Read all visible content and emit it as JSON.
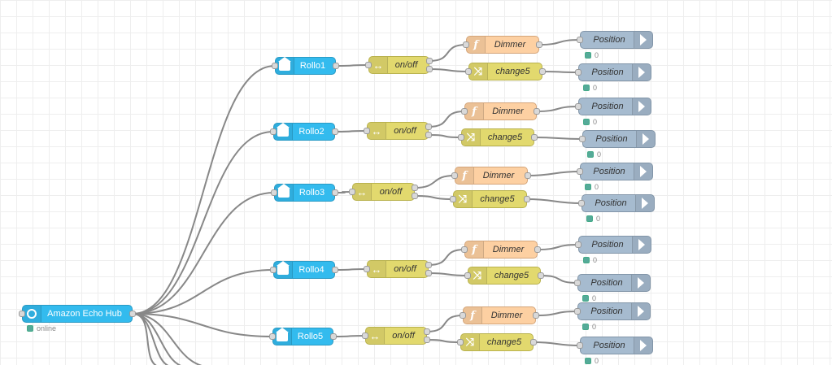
{
  "hub": {
    "label": "Amazon Echo Hub",
    "status": "online"
  },
  "rollos": [
    {
      "label": "Rollo1",
      "switch": "on/off",
      "dimmer": "Dimmer",
      "change": "change5",
      "out1": "Position",
      "out2": "Position",
      "status1": "0",
      "status2": "0"
    },
    {
      "label": "Rollo2",
      "switch": "on/off",
      "dimmer": "Dimmer",
      "change": "change5",
      "out1": "Position",
      "out2": "Position",
      "status1": "0",
      "status2": "0"
    },
    {
      "label": "Rollo3",
      "switch": "on/off",
      "dimmer": "Dimmer",
      "change": "change5",
      "out1": "Position",
      "out2": "Position",
      "status1": "0",
      "status2": "0"
    },
    {
      "label": "Rollo4",
      "switch": "on/off",
      "dimmer": "Dimmer",
      "change": "change5",
      "out1": "Position",
      "out2": "Position",
      "status1": "0",
      "status2": "0"
    },
    {
      "label": "Rollo5",
      "switch": "on/off",
      "dimmer": "Dimmer",
      "change": "change5",
      "out1": "Position",
      "out2": "Position",
      "status1": "0",
      "status2": "0"
    }
  ],
  "icons": {
    "hub": "alexa-ring-icon",
    "rollo": "smart-home-icon",
    "switch": "switch-icon",
    "function": "function-icon",
    "change": "change-shuffle-icon",
    "output": "arrow-right-icon"
  },
  "colors": {
    "alexa": "#33bbee",
    "switch": "#e2d96e",
    "function": "#fdd0a2",
    "change": "#e2d96e",
    "output": "#a6bbcf",
    "wire": "#888888",
    "status_ok": "#55aa99"
  }
}
